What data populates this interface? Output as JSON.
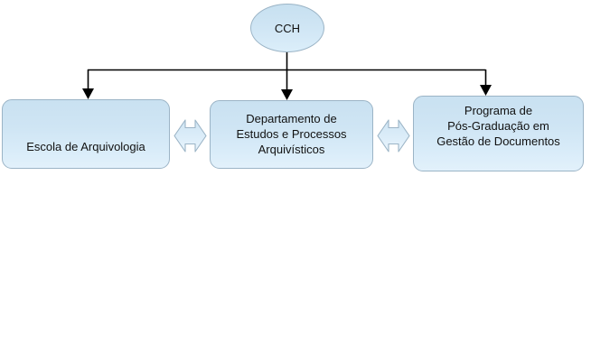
{
  "diagram": {
    "type": "organizational-tree",
    "root": {
      "id": "cch",
      "label": "CCH",
      "shape": "ellipse"
    },
    "children": [
      {
        "id": "escola",
        "label": "Escola de Arquivologia",
        "shape": "rounded-rectangle"
      },
      {
        "id": "departamento",
        "label": "Departamento de\nEstudos e Processos\nArquivísticos",
        "shape": "rounded-rectangle"
      },
      {
        "id": "programa",
        "label": "Programa de\nPós-Graduação em\nGestão de Documentos",
        "shape": "rounded-rectangle"
      }
    ],
    "connectors": {
      "tree_arrows": [
        {
          "name": "cch-to-escola",
          "style": "elbow-arrow-down"
        },
        {
          "name": "cch-to-departamento",
          "style": "straight-arrow-down"
        },
        {
          "name": "cch-to-programa",
          "style": "elbow-arrow-down"
        }
      ],
      "bidirectional_arrows": [
        {
          "name": "escola-departamento",
          "style": "double-headed-block-arrow"
        },
        {
          "name": "departamento-programa",
          "style": "double-headed-block-arrow"
        }
      ]
    },
    "colors": {
      "node_fill_top": "#c9e1f1",
      "node_fill_bottom": "#e2f1fb",
      "node_border": "#9bb4c6",
      "connector_line": "#000000",
      "arrow_fill": "#dbeef9",
      "arrow_border": "#9bb4c6",
      "text": "#111111",
      "background": "#ffffff"
    }
  }
}
